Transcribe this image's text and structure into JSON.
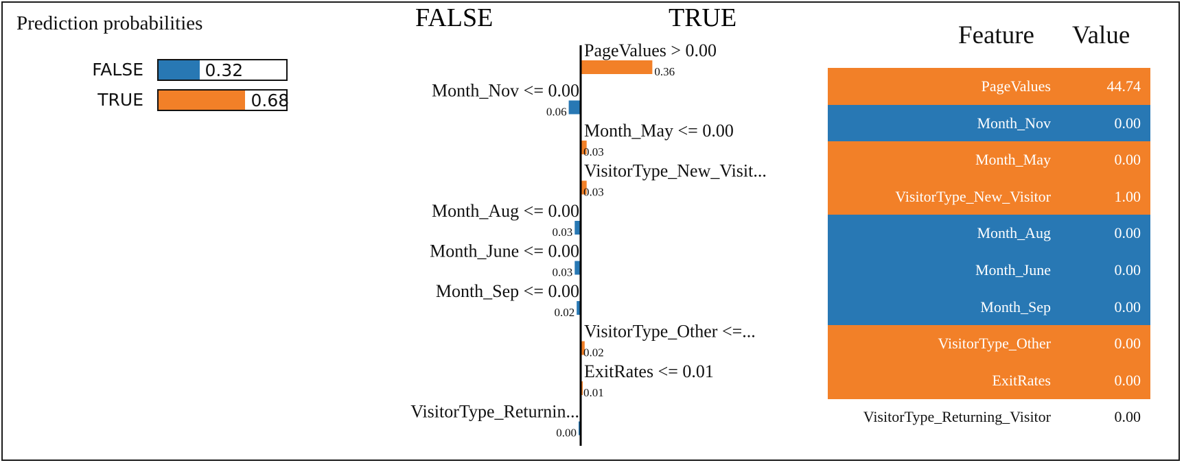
{
  "colors": {
    "false": "#2878b4",
    "true": "#f28028",
    "text": "#111111",
    "axis": "#000000"
  },
  "predict_proba": {
    "title": "Prediction probabilities",
    "classes": [
      {
        "label": "FALSE",
        "value": 0.32,
        "display": "0.32",
        "color": "#2878b4"
      },
      {
        "label": "TRUE",
        "value": 0.68,
        "display": "0.68",
        "color": "#f28028"
      }
    ]
  },
  "class_headers": {
    "negative": "FALSE",
    "positive": "TRUE"
  },
  "chart_data": {
    "type": "bar",
    "orientation": "horizontal",
    "categories": [
      "PageValues > 0.00",
      "Month_Nov <= 0.00",
      "Month_May <= 0.00",
      "VisitorType_New_Visit...",
      "Month_Aug <= 0.00",
      "Month_June <= 0.00",
      "Month_Sep <= 0.00",
      "VisitorType_Other <=...",
      "ExitRates <= 0.01",
      "VisitorType_Returnin..."
    ],
    "values": [
      0.36,
      -0.06,
      0.03,
      0.03,
      -0.03,
      -0.03,
      -0.02,
      0.02,
      0.01,
      -0.001
    ],
    "value_labels": [
      "0.36",
      "0.06",
      "0.03",
      "0.03",
      "0.03",
      "0.03",
      "0.02",
      "0.02",
      "0.01",
      "0.00"
    ],
    "colors": [
      "#f28028",
      "#2878b4",
      "#f28028",
      "#f28028",
      "#2878b4",
      "#2878b4",
      "#2878b4",
      "#f28028",
      "#f28028",
      "#2878b4"
    ]
  },
  "feature_table": {
    "headers": {
      "feature": "Feature",
      "value": "Value"
    },
    "rows": [
      {
        "feature": "PageValues",
        "value": "44.74",
        "color": "#f28028"
      },
      {
        "feature": "Month_Nov",
        "value": "0.00",
        "color": "#2878b4"
      },
      {
        "feature": "Month_May",
        "value": "0.00",
        "color": "#f28028"
      },
      {
        "feature": "VisitorType_New_Visitor",
        "value": "1.00",
        "color": "#f28028"
      },
      {
        "feature": "Month_Aug",
        "value": "0.00",
        "color": "#2878b4"
      },
      {
        "feature": "Month_June",
        "value": "0.00",
        "color": "#2878b4"
      },
      {
        "feature": "Month_Sep",
        "value": "0.00",
        "color": "#2878b4"
      },
      {
        "feature": "VisitorType_Other",
        "value": "0.00",
        "color": "#f28028"
      },
      {
        "feature": "ExitRates",
        "value": "0.00",
        "color": "#f28028"
      },
      {
        "feature": "VisitorType_Returning_Visitor",
        "value": "0.00",
        "color": ""
      }
    ]
  }
}
